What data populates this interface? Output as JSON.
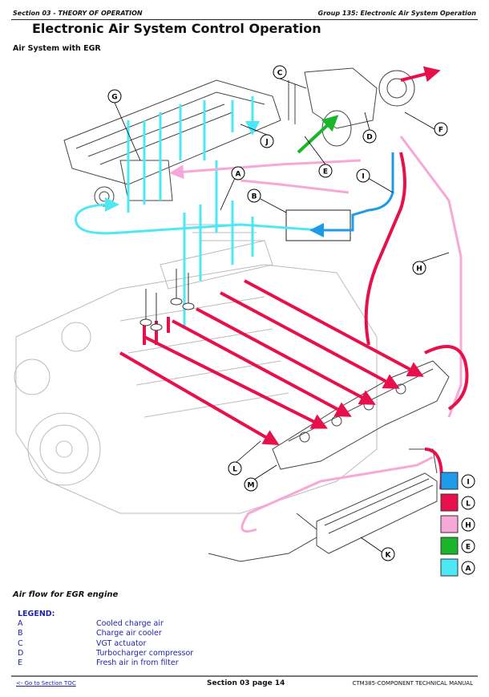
{
  "header": {
    "section": "Section 03 - THEORY OF OPERATION",
    "group": "Group 135: Electronic Air System Operation"
  },
  "page_title": "Electronic Air System Control Operation",
  "subtitle": "Air System with EGR",
  "diagram": {
    "callouts": [
      "A",
      "B",
      "C",
      "D",
      "E",
      "F",
      "G",
      "H",
      "I",
      "J",
      "K",
      "L",
      "M"
    ],
    "color_key": [
      {
        "letter": "I",
        "color": "#1e9be8"
      },
      {
        "letter": "L",
        "color": "#e8104a"
      },
      {
        "letter": "H",
        "color": "#f7a8d8"
      },
      {
        "letter": "E",
        "color": "#19b52a"
      },
      {
        "letter": "A",
        "color": "#4de8f5"
      }
    ]
  },
  "caption": "Air flow for EGR engine",
  "legend": {
    "title": "LEGEND:",
    "items": [
      {
        "key": "A",
        "label": "Cooled charge air"
      },
      {
        "key": "B",
        "label": "Charge air cooler"
      },
      {
        "key": "C",
        "label": "VGT actuator"
      },
      {
        "key": "D",
        "label": "Turbocharger compressor"
      },
      {
        "key": "E",
        "label": "Fresh air in from filter"
      }
    ]
  },
  "footer": {
    "toc_link": "<- Go to Section TOC",
    "page": "Section 03 page 14",
    "manual": "CTM385-COMPONENT TECHNICAL MANUAL"
  }
}
